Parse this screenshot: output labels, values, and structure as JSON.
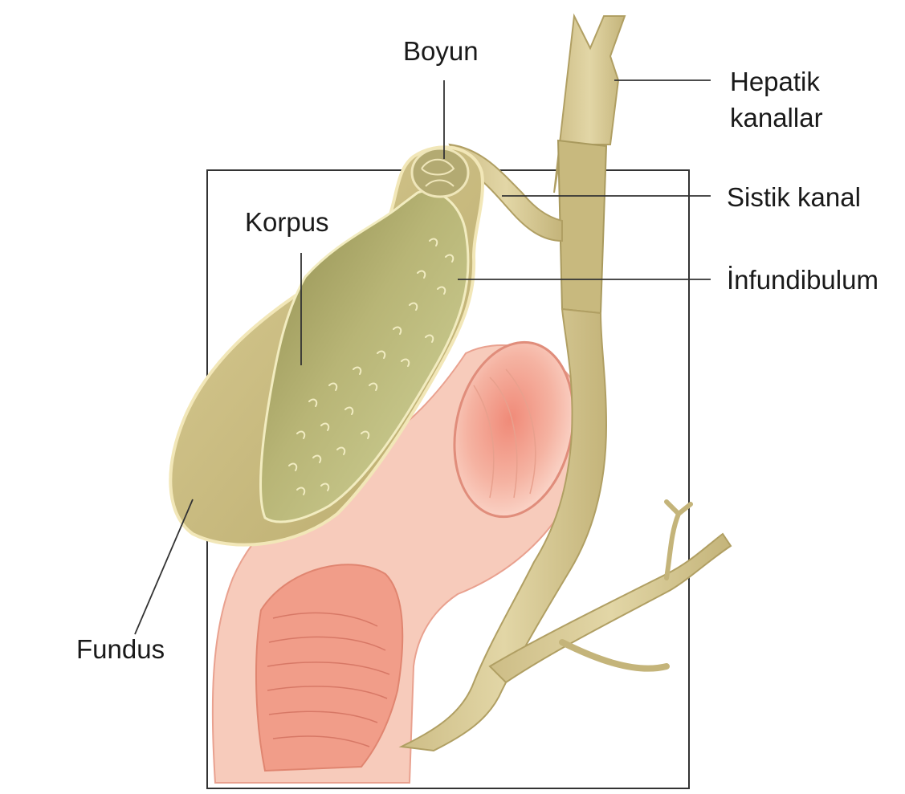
{
  "labels": {
    "boyun": "Boyun",
    "hepatik_line1": "Hepatik",
    "hepatik_line2": "kanallar",
    "sistik": "Sistik kanal",
    "korpus": "Korpus",
    "infundibulum": "İnfundibulum",
    "fundus": "Fundus"
  },
  "colors": {
    "gallbladder_outer": "#c9bb7e",
    "gallbladder_inner": "#a7a15e",
    "mucosa": "#c5cb8c",
    "duct": "#d8cb96",
    "duct_dark": "#a89a5c",
    "duodenum": "#f6c2b0",
    "duodenum_inner": "#ee8f7f",
    "line": "#333333",
    "frame": "#333333"
  }
}
